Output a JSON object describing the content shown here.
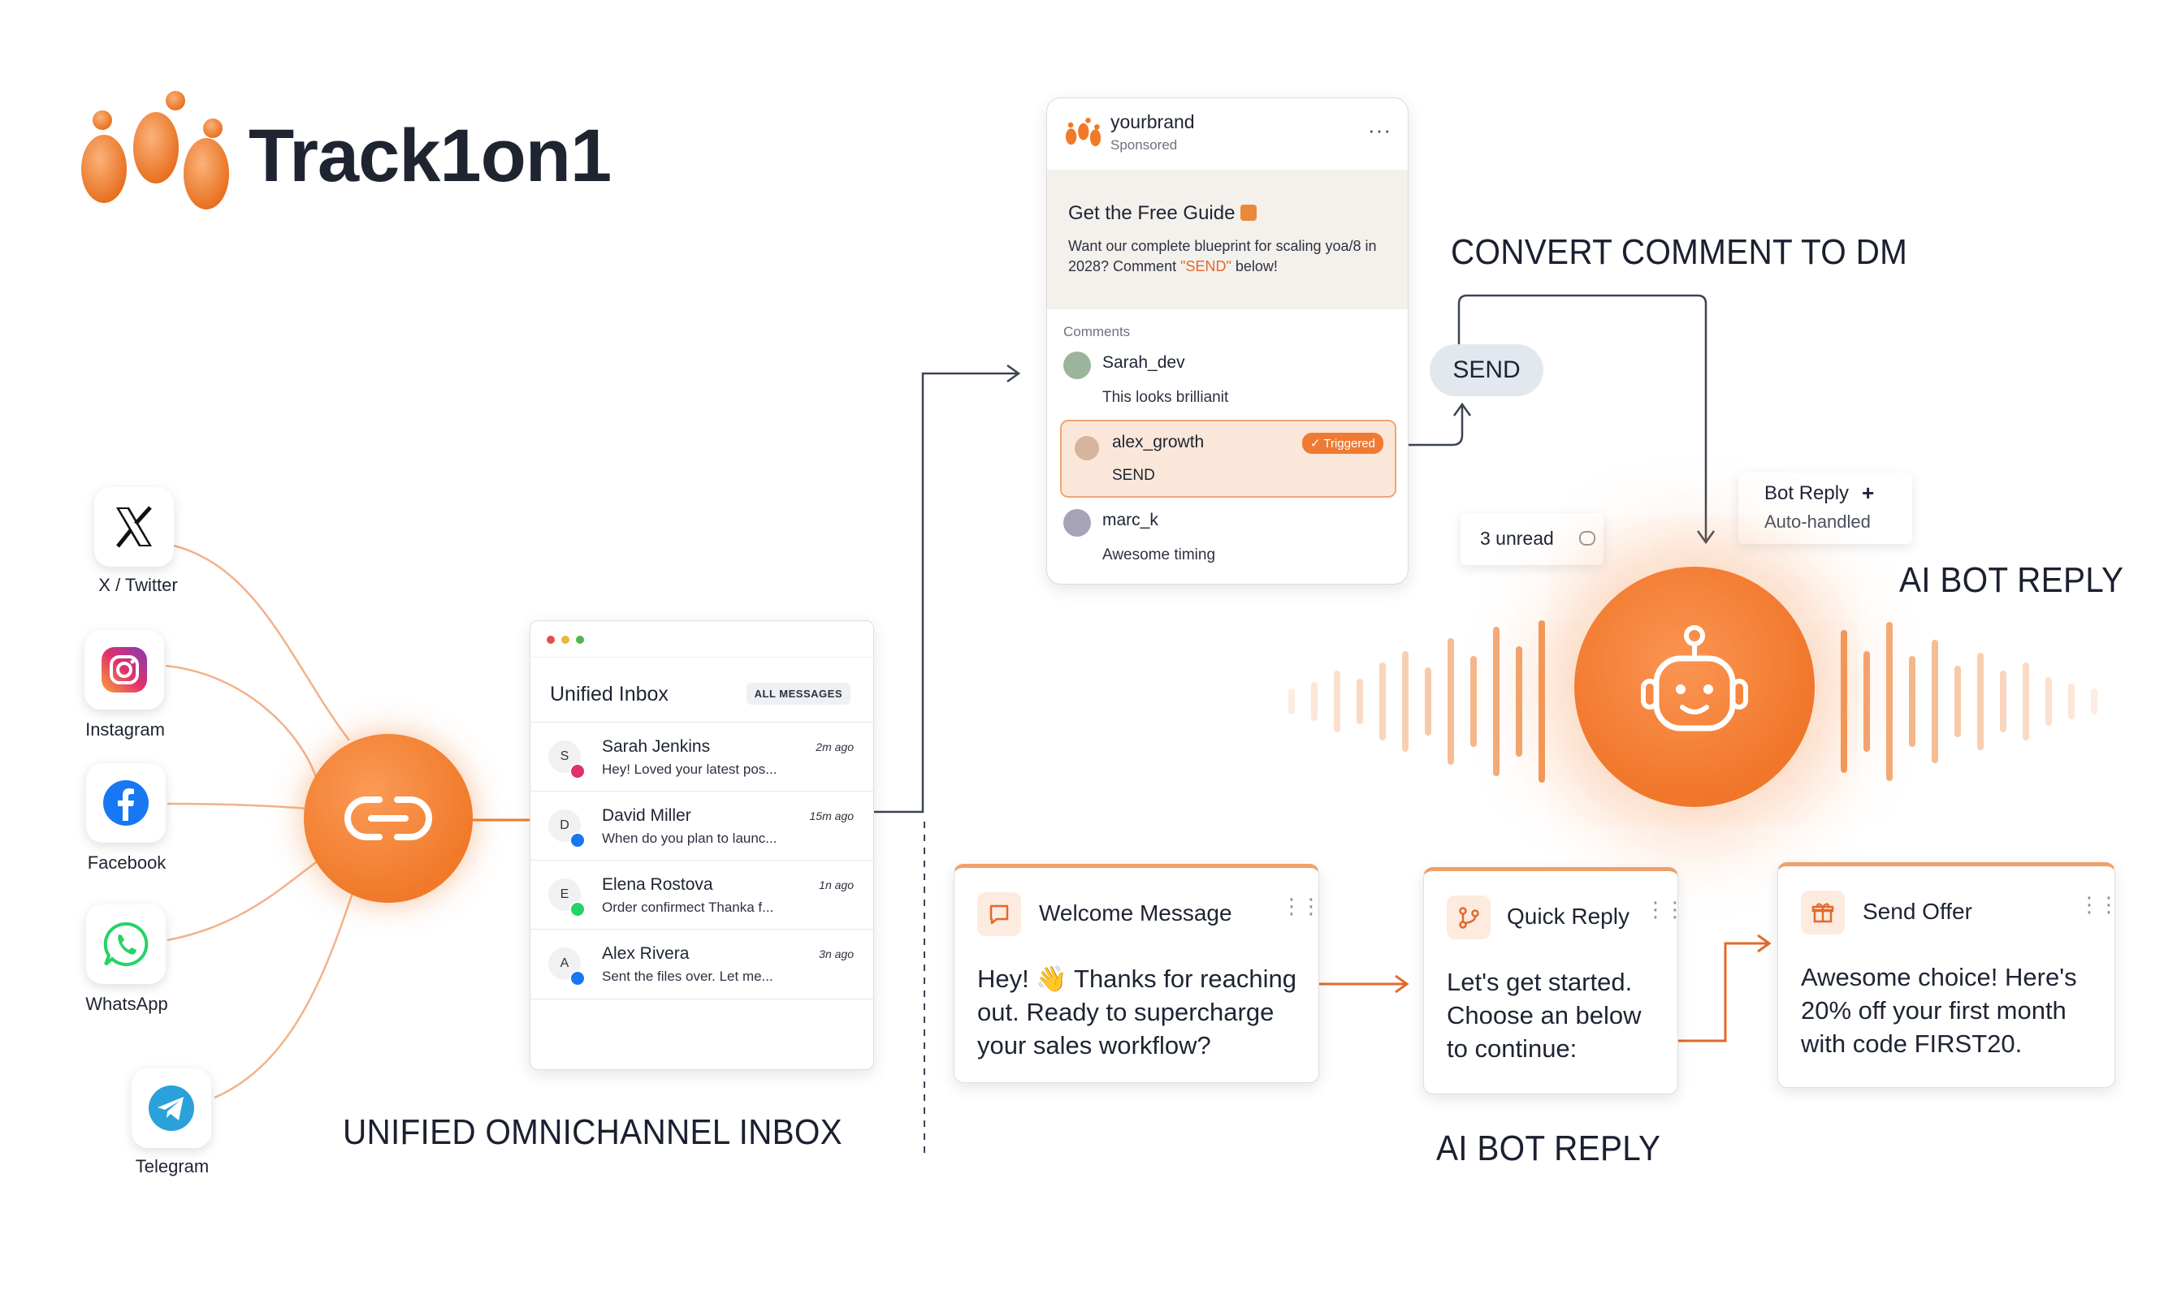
{
  "brand": {
    "name": "Track1on1"
  },
  "colors": {
    "accent": "#f07a2a",
    "accent_light": "#fdebdf",
    "dark_text": "#1e2433",
    "line_gray": "#3b4454"
  },
  "channels": [
    {
      "label": "X / Twitter",
      "icon": "x-twitter-icon"
    },
    {
      "label": "Instagram",
      "icon": "instagram-icon"
    },
    {
      "label": "Facebook",
      "icon": "facebook-icon"
    },
    {
      "label": "WhatsApp",
      "icon": "whatsapp-icon"
    },
    {
      "label": "Telegram",
      "icon": "telegram-icon"
    }
  ],
  "hub": {
    "icon": "link-icon"
  },
  "inbox": {
    "title": "Unified Inbox",
    "filter": "ALL MESSAGES",
    "messages": [
      {
        "initial": "S",
        "name": "Sarah Jenkins",
        "time": "2m ago",
        "preview": "Hey! Loved your latest pos...",
        "channel": "instagram"
      },
      {
        "initial": "D",
        "name": "David Miller",
        "time": "15m ago",
        "preview": "When do you plan to launc...",
        "channel": "facebook"
      },
      {
        "initial": "E",
        "name": "Elena Rostova",
        "time": "1n ago",
        "preview": "Order confirmect Thanka f...",
        "channel": "whatsapp"
      },
      {
        "initial": "A",
        "name": "Alex Rivera",
        "time": "3n ago",
        "preview": "Sent the files over. Let me...",
        "channel": "facebook"
      }
    ],
    "caption": "UNIFIED OMNICHANNEL INBOX"
  },
  "post": {
    "account": "yourbrand",
    "sponsored": "Sponsored",
    "menu": "···",
    "title": "Get the Free Guide",
    "text_before": "Want our complete blueprint for scaling yoa/8 in 2028? Comment ",
    "text_keyword": "\"SEND\"",
    "text_after": " below!",
    "comments_label": "Comments",
    "comments": [
      {
        "user": "Sarah_dev",
        "text": "This looks brillianit"
      },
      {
        "user": "alex_growth",
        "text": "SEND",
        "badge": "✓ Triggered"
      },
      {
        "user": "marc_k",
        "text": "Awesome timing"
      }
    ]
  },
  "convert": {
    "heading": "CONVERT COMMENT TO DM",
    "keyword": "SEND"
  },
  "bot": {
    "unread": "3 unread",
    "reply_title": "Bot Reply",
    "reply_sub": "Auto-handled",
    "heading": "AI BOT REPLY",
    "icon": "robot-icon"
  },
  "flow": {
    "cards": [
      {
        "title": "Welcome Message",
        "body": [
          "Hey! 👋 Thanks for reaching",
          "out. Ready to supercharge",
          "your sales workflow?"
        ],
        "icon": "chat-icon"
      },
      {
        "title": "Quick Reply",
        "body": [
          "Let's get started.",
          "Choose an below",
          "to continue:"
        ],
        "icon": "branch-icon"
      },
      {
        "title": "Send Offer",
        "body": [
          "Awesome choice! Here's",
          "20% off your first month",
          "with code FIRST20."
        ],
        "icon": "gift-icon"
      }
    ],
    "heading": "AI BOT REPLY"
  }
}
